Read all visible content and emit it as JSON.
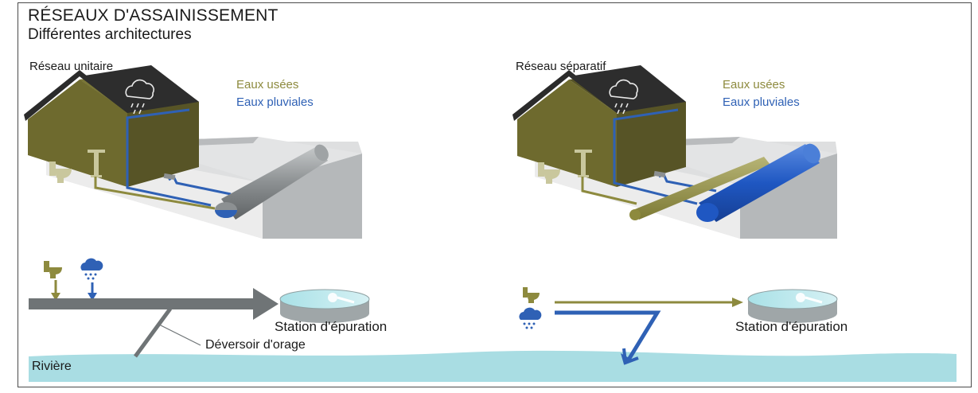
{
  "title": "RÉSEAUX D'ASSAINISSEMENT",
  "subtitle": "Différentes architectures",
  "left_panel": {
    "label": "Réseau unitaire",
    "legend_wastewater": "Eaux usées",
    "legend_rainwater": "Eaux pluviales",
    "station_label": "Station d'épuration",
    "overflow_label": "Déversoir d'orage"
  },
  "right_panel": {
    "label": "Réseau séparatif",
    "legend_wastewater": "Eaux usées",
    "legend_rainwater": "Eaux pluviales",
    "station_label": "Station d'épuration"
  },
  "river_label": "Rivière",
  "colors": {
    "wastewater": "#8d8a3e",
    "rainwater": "#2f61b5",
    "combined": "#6f7476",
    "river": "#a9dde3",
    "house_wall": "#6e6a2e",
    "roof": "#2b2b2b"
  }
}
